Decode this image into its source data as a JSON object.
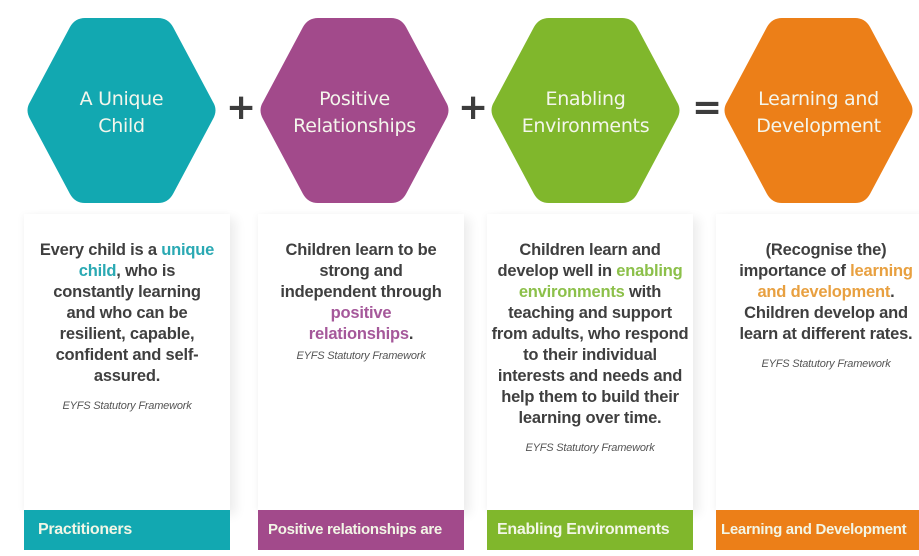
{
  "colors": {
    "teal": "#12a8b1",
    "purple": "#a24a8b",
    "green": "#80b72c",
    "orange": "#ec7f18",
    "text_dark": "#3f3f3f",
    "operator": "#3d3d3d"
  },
  "hexagons": [
    {
      "label": "A Unique\nChild",
      "color": "#12a8b1"
    },
    {
      "label": "Positive\nRelationships",
      "color": "#a24a8b"
    },
    {
      "label": "Enabling\nEnvironments",
      "color": "#80b72c"
    },
    {
      "label": "Learning and\nDevelopment",
      "color": "#ec7f18"
    }
  ],
  "operators": [
    "+",
    "+",
    "="
  ],
  "cards": [
    {
      "before": "Every child is a ",
      "highlight": "unique child",
      "after": ", who is constantly learning and who can be resilient, capable, confident and self-assured.",
      "highlight_color": "#2aa9b3",
      "source": "EYFS Statutory Framework"
    },
    {
      "before": "Children learn to be strong and independent through ",
      "highlight": "positive relationships",
      "after": ".",
      "highlight_color": "#a5589a",
      "source": "EYFS Statutory Framework"
    },
    {
      "before": "Children learn and develop well in ",
      "highlight": "enabling environments",
      "after": " with teaching and support from adults, who respond to their individual interests and needs and help them to build their learning over time.",
      "highlight_color": "#8cc04a",
      "source": "EYFS Statutory Framework"
    },
    {
      "before": "(Recognise the) importance of ",
      "highlight": "learning and development",
      "after": ". Children develop and learn at different rates.",
      "highlight_color": "#e8a040",
      "source": "EYFS Statutory Framework"
    }
  ],
  "bars": [
    {
      "label": "Practitioners",
      "color": "#12a8b1"
    },
    {
      "label": "Positive relationships are",
      "color": "#a24a8b"
    },
    {
      "label": "Enabling Environments",
      "color": "#80b72c"
    },
    {
      "label": "Learning and Development",
      "color": "#ec7f18"
    }
  ]
}
